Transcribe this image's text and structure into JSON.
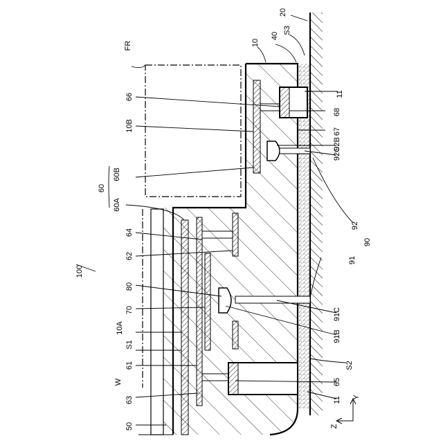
{
  "labels": {
    "l100": "100",
    "l10": "10",
    "l20": "20",
    "l40": "40",
    "lS3": "S3",
    "lFR": "FR",
    "l11a": "11",
    "l11b": "11",
    "l66": "66",
    "l68": "68",
    "l67": "67",
    "l10B": "10B",
    "l92C": "92C",
    "l92B": "92B",
    "l60": "60",
    "l60B": "60B",
    "l60A": "60A",
    "l92": "92",
    "l90": "90",
    "l64": "64",
    "l62": "62",
    "l91": "91",
    "l80": "80",
    "l70": "70",
    "l91C": "91C",
    "l10A": "10A",
    "l91B": "91B",
    "lS1": "S1",
    "l61": "61",
    "lS2": "S2",
    "lW": "W",
    "l65": "65",
    "l63": "63",
    "l50": "50",
    "lZ": "Z",
    "lY": "Y"
  }
}
